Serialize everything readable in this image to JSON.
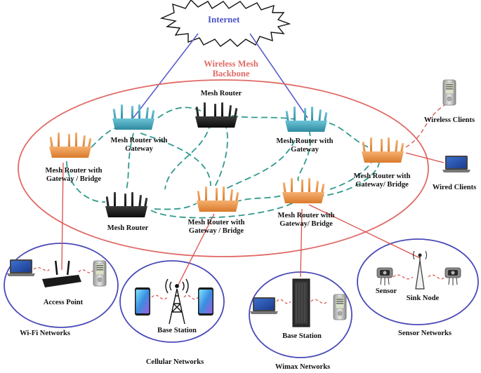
{
  "internet": {
    "label": "Internet"
  },
  "backbone": {
    "title_line1": "Wireless Mesh",
    "title_line2": "Backbone"
  },
  "routers": {
    "top_center": {
      "label": "Mesh Router"
    },
    "gw_left": {
      "label": "Mesh Router with\nGateway"
    },
    "gw_right": {
      "label": "Mesh Router with\nGateway"
    },
    "bridge_far_left": {
      "label": "Mesh Router with\nGateway / Bridge"
    },
    "bridge_far_right": {
      "label": "Mesh Router with\nGateway/ Bridge"
    },
    "bottom_left": {
      "label": "Mesh Router"
    },
    "bridge_bottom_mid": {
      "label": "Mesh Router with\nGateway / Bridge"
    },
    "bridge_bottom_right": {
      "label": "Mesh Router with\nGateway/ Bridge"
    }
  },
  "clients": {
    "wireless": "Wireless Clients",
    "wired": "Wired Clients"
  },
  "networks": {
    "wifi": {
      "device": "Access Point",
      "name": "Wi-Fi Networks"
    },
    "cellular": {
      "device": "Base Station",
      "name": "Cellular Networks"
    },
    "wimax": {
      "device": "Base Station",
      "name": "Wimax Networks"
    },
    "sensor": {
      "sensor": "Sensor",
      "sink": "Sink Node",
      "name": "Sensor Networks"
    }
  },
  "colors": {
    "internet_text": "#4a54c8",
    "uplink": "#5a5ecf",
    "backbone_ellipse": "#e06a66",
    "mesh_link": "#2f9a8e",
    "router_teal": "#4aa3b8",
    "router_orange": "#f09a4a",
    "router_black": "#1b1b1b",
    "network_circle": "#4a4ab8",
    "access_link": "#d8504a"
  }
}
